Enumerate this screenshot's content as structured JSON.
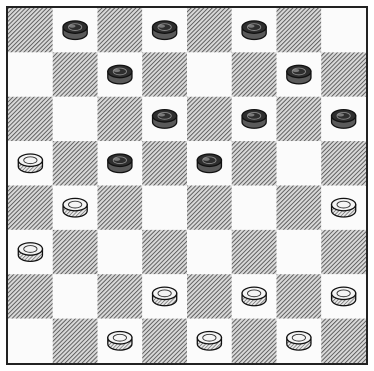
{
  "board": {
    "size": 8,
    "dark_square_color": "#4a4a4a",
    "light_square_color": "#fbfbfb"
  },
  "pieces": {
    "black": [
      {
        "row": 0,
        "col": 1
      },
      {
        "row": 0,
        "col": 3
      },
      {
        "row": 0,
        "col": 5
      },
      {
        "row": 1,
        "col": 2
      },
      {
        "row": 1,
        "col": 6
      },
      {
        "row": 2,
        "col": 3
      },
      {
        "row": 2,
        "col": 5
      },
      {
        "row": 2,
        "col": 7
      },
      {
        "row": 3,
        "col": 2
      },
      {
        "row": 3,
        "col": 4
      }
    ],
    "white": [
      {
        "row": 3,
        "col": 0
      },
      {
        "row": 4,
        "col": 1
      },
      {
        "row": 4,
        "col": 7
      },
      {
        "row": 5,
        "col": 0
      },
      {
        "row": 6,
        "col": 3
      },
      {
        "row": 6,
        "col": 5
      },
      {
        "row": 6,
        "col": 7
      },
      {
        "row": 7,
        "col": 2
      },
      {
        "row": 7,
        "col": 4
      },
      {
        "row": 7,
        "col": 6
      }
    ]
  }
}
